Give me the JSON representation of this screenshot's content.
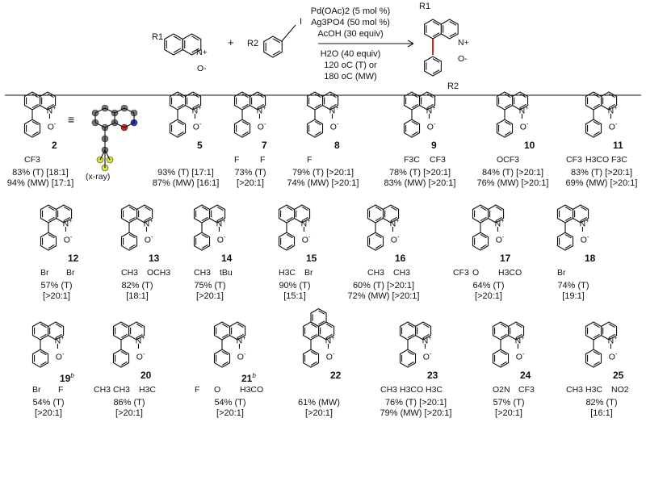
{
  "scheme": {
    "reactant1": {
      "substituent": "R1",
      "n_oxide_plus": "N+",
      "n_oxide_minus": "O-"
    },
    "reactant2": {
      "substituent": "R2",
      "halide": "I"
    },
    "plus": "+",
    "conditions": [
      "Pd(OAc)2 (5 mol %)",
      "Ag3PO4 (50 mol %)",
      "AcOH (30 equiv)",
      "H2O (40 equiv)",
      "120 oC (T)  or",
      "180 oC (MW)"
    ],
    "product": {
      "r1": "R1",
      "r2": "R2",
      "n_oxide_plus": "N+",
      "n_oxide_minus": "O-"
    }
  },
  "xray_caption": "(x-ray)",
  "equiv_symbol": "≡",
  "compounds": [
    {
      "id": "2",
      "substituent_labels": [
        "CF3"
      ],
      "yields": [
        "83% (T) [18:1]",
        "94% (MW) [17:1]"
      ]
    },
    {
      "id": "5",
      "substituent_labels": [],
      "yields": [
        "93% (T) [17:1]",
        "87% (MW) [16:1]"
      ]
    },
    {
      "id": "7",
      "substituent_labels": [
        "F",
        "F"
      ],
      "yields": [
        "73% (T)",
        "[>20:1]"
      ]
    },
    {
      "id": "8",
      "substituent_labels": [
        "F"
      ],
      "yields": [
        "79% (T) [>20:1]",
        "74% (MW) [>20:1]"
      ]
    },
    {
      "id": "9",
      "substituent_labels": [
        "F3C",
        "CF3"
      ],
      "yields": [
        "78% (T) [>20:1]",
        "83% (MW) [>20:1]"
      ]
    },
    {
      "id": "10",
      "substituent_labels": [
        "OCF3"
      ],
      "yields": [
        "84% (T) [>20:1]",
        "76% (MW) [>20:1]"
      ]
    },
    {
      "id": "11",
      "substituent_labels": [
        "H3CO",
        "F3C",
        "CF3"
      ],
      "yields": [
        "83% (T) [>20:1]",
        "69% (MW) [>20:1]"
      ]
    },
    {
      "id": "12",
      "substituent_labels": [
        "Br",
        "Br"
      ],
      "yields": [
        "57% (T)",
        "[>20:1]"
      ]
    },
    {
      "id": "13",
      "substituent_labels": [
        "CH3",
        "OCH3"
      ],
      "yields": [
        "82% (T)",
        "[18:1]"
      ]
    },
    {
      "id": "14",
      "substituent_labels": [
        "CH3",
        "tBu"
      ],
      "yields": [
        "75% (T)",
        "[>20:1]"
      ]
    },
    {
      "id": "15",
      "substituent_labels": [
        "H3C",
        "Br"
      ],
      "yields": [
        "90% (T)",
        "[15:1]"
      ]
    },
    {
      "id": "16",
      "substituent_labels": [
        "CH3",
        "CH3"
      ],
      "yields": [
        "60% (T) [>20:1]",
        "72% (MW) [>20:1]"
      ]
    },
    {
      "id": "17",
      "substituent_labels": [
        "O",
        "H3CO",
        "CF3"
      ],
      "yields": [
        "64% (T)",
        "[>20:1]"
      ]
    },
    {
      "id": "18",
      "substituent_labels": [
        "Br"
      ],
      "yields": [
        "74% (T)",
        "[19:1]"
      ]
    },
    {
      "id": "19",
      "superscript": "b",
      "substituent_labels": [
        "Br",
        "F"
      ],
      "yields": [
        "54% (T)",
        "[>20:1]"
      ]
    },
    {
      "id": "20",
      "substituent_labels": [
        "CH3",
        "H3C",
        "CH3"
      ],
      "yields": [
        "86% (T)",
        "[>20:1]"
      ]
    },
    {
      "id": "21",
      "superscript": "b",
      "substituent_labels": [
        "O",
        "H3CO",
        "F"
      ],
      "yields": [
        "54% (T)",
        "[>20:1]"
      ]
    },
    {
      "id": "22",
      "substituent_labels": [],
      "yields": [
        "61% (MW)",
        "[>20:1]"
      ]
    },
    {
      "id": "23",
      "substituent_labels": [
        "H3CO",
        "H3C",
        "CH3"
      ],
      "yields": [
        "76% (T) [>20:1]",
        "79% (MW) [>20:1]"
      ]
    },
    {
      "id": "24",
      "substituent_labels": [
        "O2N",
        "CF3"
      ],
      "yields": [
        "57% (T)",
        "[>20:1]"
      ]
    },
    {
      "id": "25",
      "substituent_labels": [
        "H3C",
        "NO2",
        "CH3"
      ],
      "yields": [
        "82% (T)",
        "[16:1]"
      ]
    }
  ]
}
